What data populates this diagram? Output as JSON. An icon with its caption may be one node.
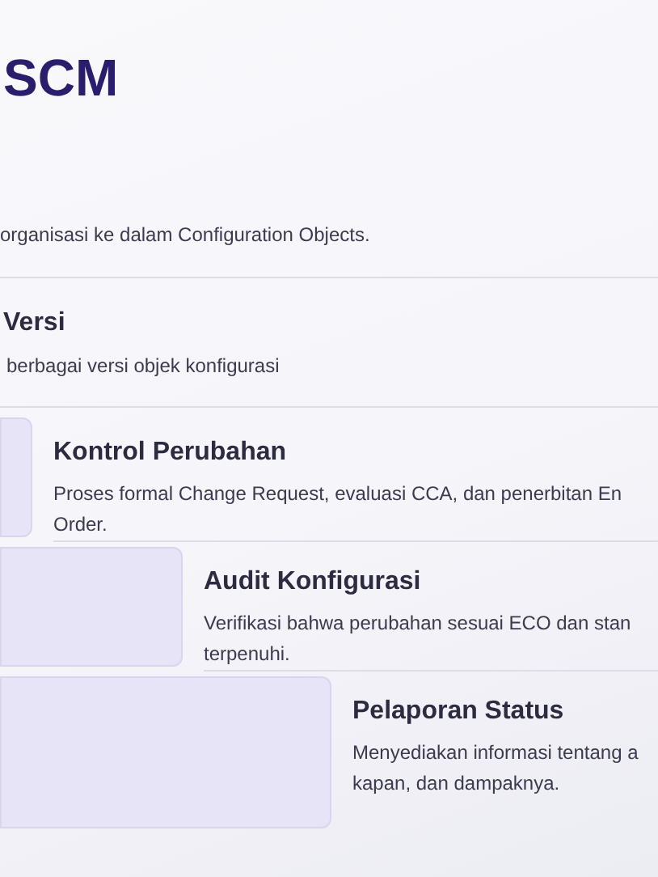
{
  "diagram": {
    "title": "SCM",
    "nodes": [
      {
        "text": [],
        "shape": "bar",
        "beside": [
          "Kontrol Perubahan",
          "Proses formal Change Request, evaluasi CCA, dan penerbitan En Order."
        ]
      },
      {
        "text": [],
        "shape": "bar",
        "beside": [
          "Audit Konfigurasi",
          "Verifikasi bahwa perubahan sesuai ECO dan stan terpenuhi."
        ]
      },
      {
        "text": [],
        "shape": "bar",
        "beside": [
          "Pelaporan Status",
          "Menyediakan informasi tentang a kapan, dan dampaknya."
        ]
      }
    ],
    "edges": [],
    "labels": [
      "organisasi ke dalam Configuration Objects.",
      "Versi",
      "berbagai versi objek konfigurasi"
    ]
  }
}
